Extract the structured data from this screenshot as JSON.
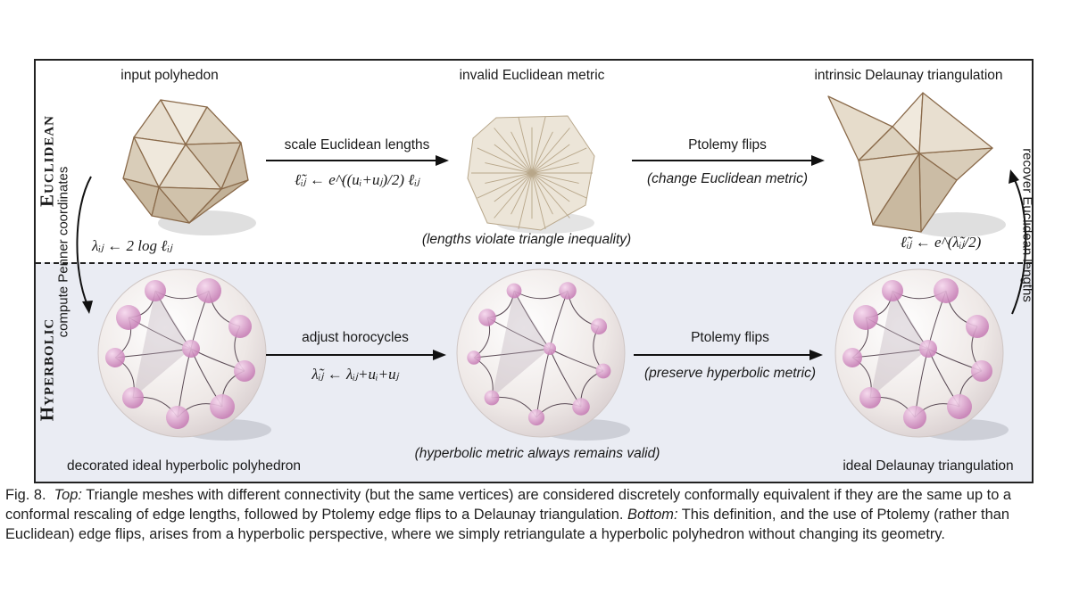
{
  "rows": {
    "euclidean": "Euclidean",
    "hyperbolic": "Hyperbolic"
  },
  "euclidean_row": {
    "input_title": "input polyhedon",
    "invalid_title": "invalid Euclidean metric",
    "intrinsic_title": "intrinsic Delaunay triangulation",
    "scale_label": "scale Euclidean lengths",
    "scale_formula": "ℓ̃ᵢⱼ ← e^((uᵢ+uⱼ)/2) ℓᵢⱼ",
    "ptolemy_label": "Ptolemy flips",
    "ptolemy_note": "(change Euclidean metric)",
    "violation_note": "(lengths violate triangle inequality)",
    "penner_formula": "λᵢⱼ ← 2 log ℓᵢⱼ",
    "recover_formula": "ℓ̃ᵢⱼ ← e^(λ̃ᵢⱼ/2)"
  },
  "hyperbolic_row": {
    "decorated_title": "decorated ideal hyperbolic polyhedron",
    "ideal_title": "ideal Delaunay triangulation",
    "adjust_label": "adjust horocycles",
    "adjust_formula": "λ̃ᵢⱼ ← λᵢⱼ+uᵢ+uⱼ",
    "ptolemy_label": "Ptolemy flips",
    "ptolemy_note": "(preserve hyperbolic metric)",
    "valid_note": "(hyperbolic metric always remains valid)"
  },
  "side_arrows": {
    "left": "compute Penner coordinates",
    "right": "recover Euclidean lengths"
  },
  "caption": {
    "fig": "Fig. 8.",
    "top_label": "Top:",
    "top_text": "Triangle meshes with different connectivity (but the same vertices) are considered discretely conformally equivalent if they are the same up to a conformal rescaling of edge lengths, followed by Ptolemy edge flips to a Delaunay triangulation.",
    "bottom_label": "Bottom:",
    "bottom_text": "This definition, and the use of Ptolemy (rather than Euclidean) edge flips, arises from a hyperbolic perspective, where we simply retriangulate a hyperbolic polyhedron without changing its geometry."
  },
  "colors": {
    "mesh_fill": "#e6dccb",
    "mesh_edge": "#8a6a4a",
    "horocycle": "#c77fb6",
    "sphere": "#efeae8",
    "hyperbolic_band": "#eaecf3"
  }
}
